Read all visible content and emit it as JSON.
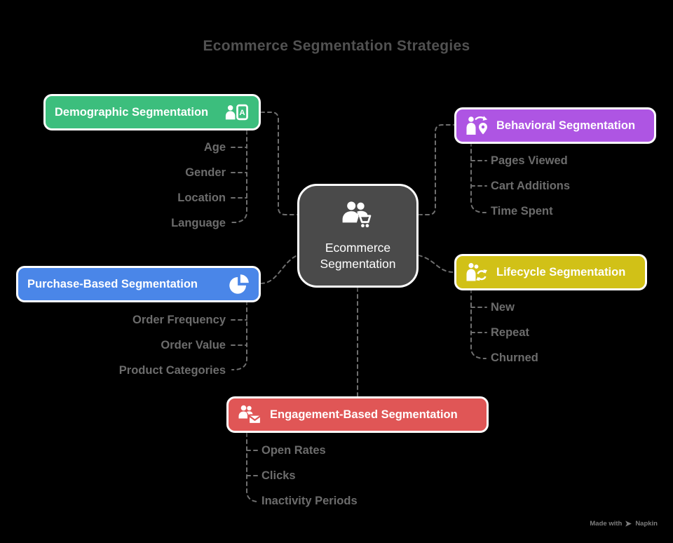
{
  "title": "Ecommerce Segmentation Strategies",
  "background_color": "#000000",
  "line_color": "#6F6F6F",
  "item_text_color": "#6C6C6C",
  "title_color": "#515151",
  "center": {
    "label": "Ecommerce Segmentation",
    "icon": "people-shopping-cart-icon",
    "color": "#4A4A4A"
  },
  "branches": [
    {
      "id": "demographic",
      "label": "Demographic Segmentation",
      "icon": "person-id-card-icon",
      "icon_letter": "A",
      "color": "#3CBE7D",
      "items": [
        "Age",
        "Gender",
        "Location",
        "Language"
      ]
    },
    {
      "id": "behavioral",
      "label": "Behavioral Segmentation",
      "icon": "person-route-pin-icon",
      "color": "#AE55E3",
      "items": [
        "Pages Viewed",
        "Cart Additions",
        "Time Spent"
      ]
    },
    {
      "id": "purchase",
      "label": "Purchase-Based Segmentation",
      "icon": "pie-chart-icon",
      "color": "#4A86E8",
      "items": [
        "Order Frequency",
        "Order Value",
        "Product Categories"
      ]
    },
    {
      "id": "lifecycle",
      "label": "Lifecycle Segmentation",
      "icon": "person-cycle-icon",
      "color": "#D1C117",
      "items": [
        "New",
        "Repeat",
        "Churned"
      ]
    },
    {
      "id": "engagement",
      "label": "Engagement-Based Segmentation",
      "icon": "people-mail-icon",
      "color": "#E05656",
      "items": [
        "Open Rates",
        "Clicks",
        "Inactivity Periods"
      ]
    }
  ],
  "watermark": {
    "text_prefix": "Made with",
    "brand": "Napkin"
  }
}
